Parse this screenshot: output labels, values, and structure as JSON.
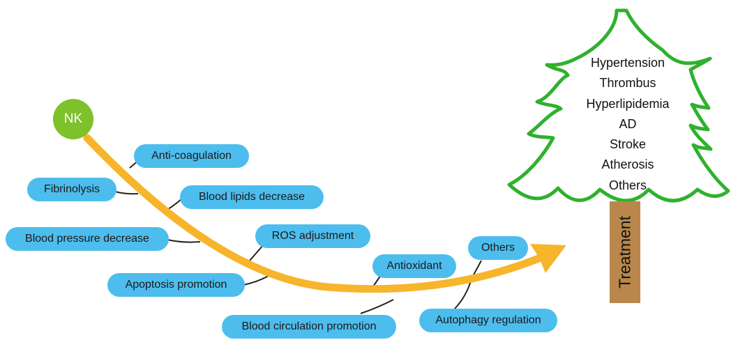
{
  "colors": {
    "pill": "#4dbdee",
    "nk": "#7dc12b",
    "arrow": "#f7b52c",
    "tree_outline": "#2fb12d",
    "trunk": "#b9874b",
    "connector": "#222222"
  },
  "source": "NK",
  "mechanisms": {
    "anti_coagulation": "Anti-coagulation",
    "fibrinolysis": "Fibrinolysis",
    "blood_lipids_decrease": "Blood lipids decrease",
    "blood_pressure_decrease": "Blood pressure decrease",
    "ros_adjustment": "ROS adjustment",
    "apoptosis_promotion": "Apoptosis promotion",
    "antioxidant": "Antioxidant",
    "blood_circulation_promotion": "Blood circulation promotion",
    "others": "Others",
    "autophagy_regulation": "Autophagy regulation"
  },
  "tree": {
    "trunk_label": "Treatment",
    "diseases": [
      "Hypertension",
      "Thrombus",
      "Hyperlipidemia",
      "AD",
      "Stroke",
      "Atherosis",
      "Others"
    ]
  }
}
